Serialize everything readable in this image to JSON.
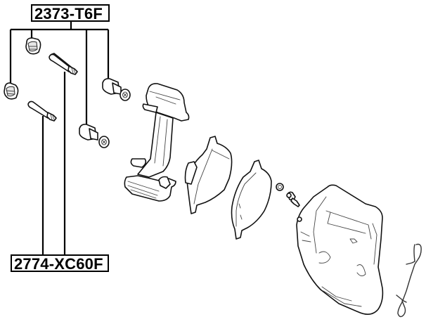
{
  "diagram": {
    "type": "exploded-parts-view",
    "subject": "brake caliper assembly",
    "labels": [
      {
        "id": "top",
        "part_number": "2373-T6F",
        "points_to": [
          "left bushing (upper)",
          "left bushing (lower)",
          "guide bolt (right, lower)",
          "guide bolt (right, upper)"
        ]
      },
      {
        "id": "bottom",
        "part_number": "2774-XC60F",
        "points_to": [
          "guide pin (upper)",
          "guide pin (lower)"
        ]
      }
    ],
    "parts": [
      {
        "name": "rubber bushing",
        "count": 2
      },
      {
        "name": "guide pin",
        "count": 2
      },
      {
        "name": "guide bolt with sleeve",
        "count": 2
      },
      {
        "name": "caliper bracket",
        "count": 1
      },
      {
        "name": "brake pad (inner)",
        "count": 1
      },
      {
        "name": "brake pad (outer)",
        "count": 1
      },
      {
        "name": "bleeder cap",
        "count": 1
      },
      {
        "name": "bleeder screw",
        "count": 1
      },
      {
        "name": "caliper housing",
        "count": 1
      },
      {
        "name": "retaining spring clip",
        "count": 1
      }
    ],
    "colors": {
      "line": "#000000",
      "background": "#ffffff"
    }
  }
}
